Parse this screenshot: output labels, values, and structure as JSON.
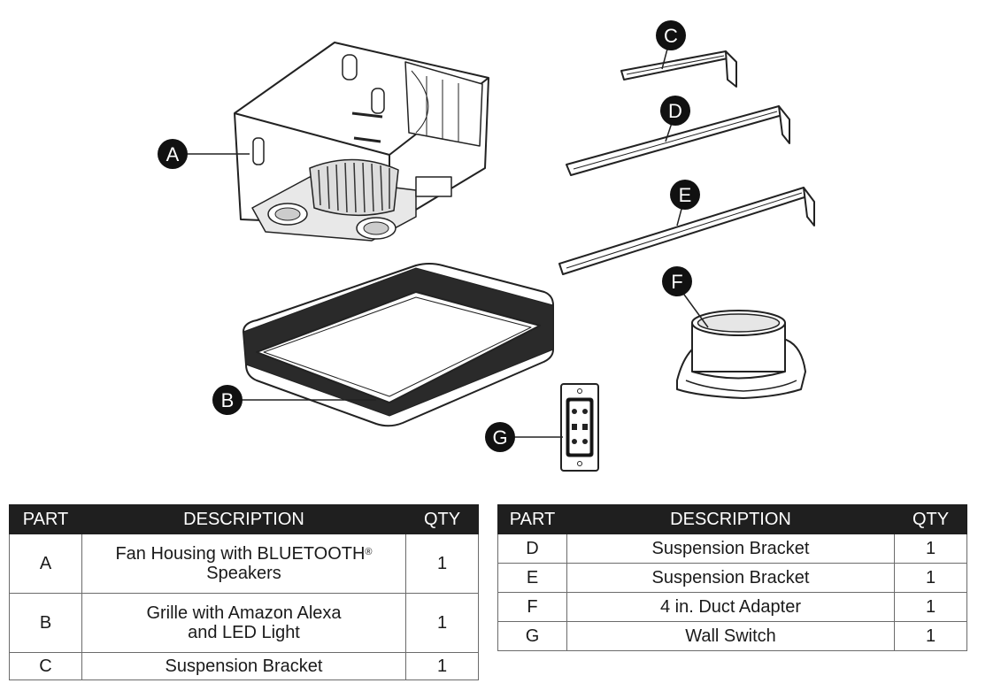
{
  "callouts": {
    "a": "A",
    "b": "B",
    "c": "C",
    "d": "D",
    "e": "E",
    "f": "F",
    "g": "G"
  },
  "tables": {
    "headers": {
      "part": "PART",
      "description": "DESCRIPTION",
      "qty": "QTY"
    },
    "left_rows": [
      {
        "part": "A",
        "description_line1": "Fan Housing with BLUETOOTH",
        "description_sup": "®",
        "description_line2": "Speakers",
        "qty": "1"
      },
      {
        "part": "B",
        "description_line1": "Grille with Amazon Alexa",
        "description_line2": "and LED Light",
        "qty": "1"
      },
      {
        "part": "C",
        "description": "Suspension Bracket",
        "qty": "1"
      }
    ],
    "right_rows": [
      {
        "part": "D",
        "description": "Suspension Bracket",
        "qty": "1"
      },
      {
        "part": "E",
        "description": "Suspension Bracket",
        "qty": "1"
      },
      {
        "part": "F",
        "description": "4 in. Duct Adapter",
        "qty": "1"
      },
      {
        "part": "G",
        "description": "Wall Switch",
        "qty": "1"
      }
    ]
  },
  "colors": {
    "ink": "#1a1a1a",
    "header_bg": "#1f1f1f",
    "line": "#222222"
  }
}
